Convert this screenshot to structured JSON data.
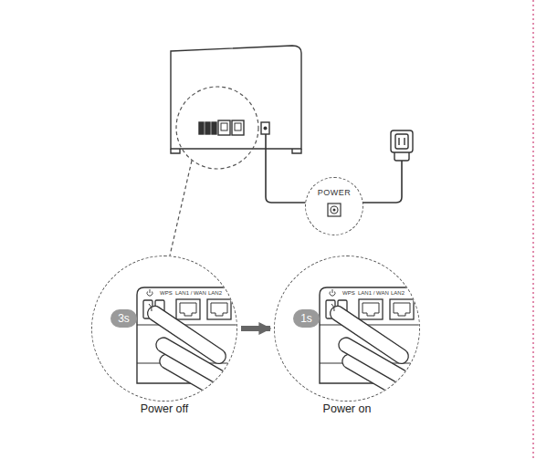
{
  "diagram": {
    "nodes": [
      {
        "text": [
          "POWER"
        ]
      },
      {
        "text": [
          "Power off"
        ]
      },
      {
        "text": [
          "3s"
        ],
        "in": 1
      },
      {
        "text": [
          "Power on"
        ]
      },
      {
        "text": [
          "1s"
        ],
        "in": 3
      }
    ],
    "edges": [
      {
        "from": 1,
        "to": 3,
        "arrow": "to"
      }
    ],
    "labels": [
      "WPS",
      "LAN1 / WAN",
      "LAN2",
      "WPS",
      "LAN1 / WAN",
      "LAN2"
    ]
  }
}
